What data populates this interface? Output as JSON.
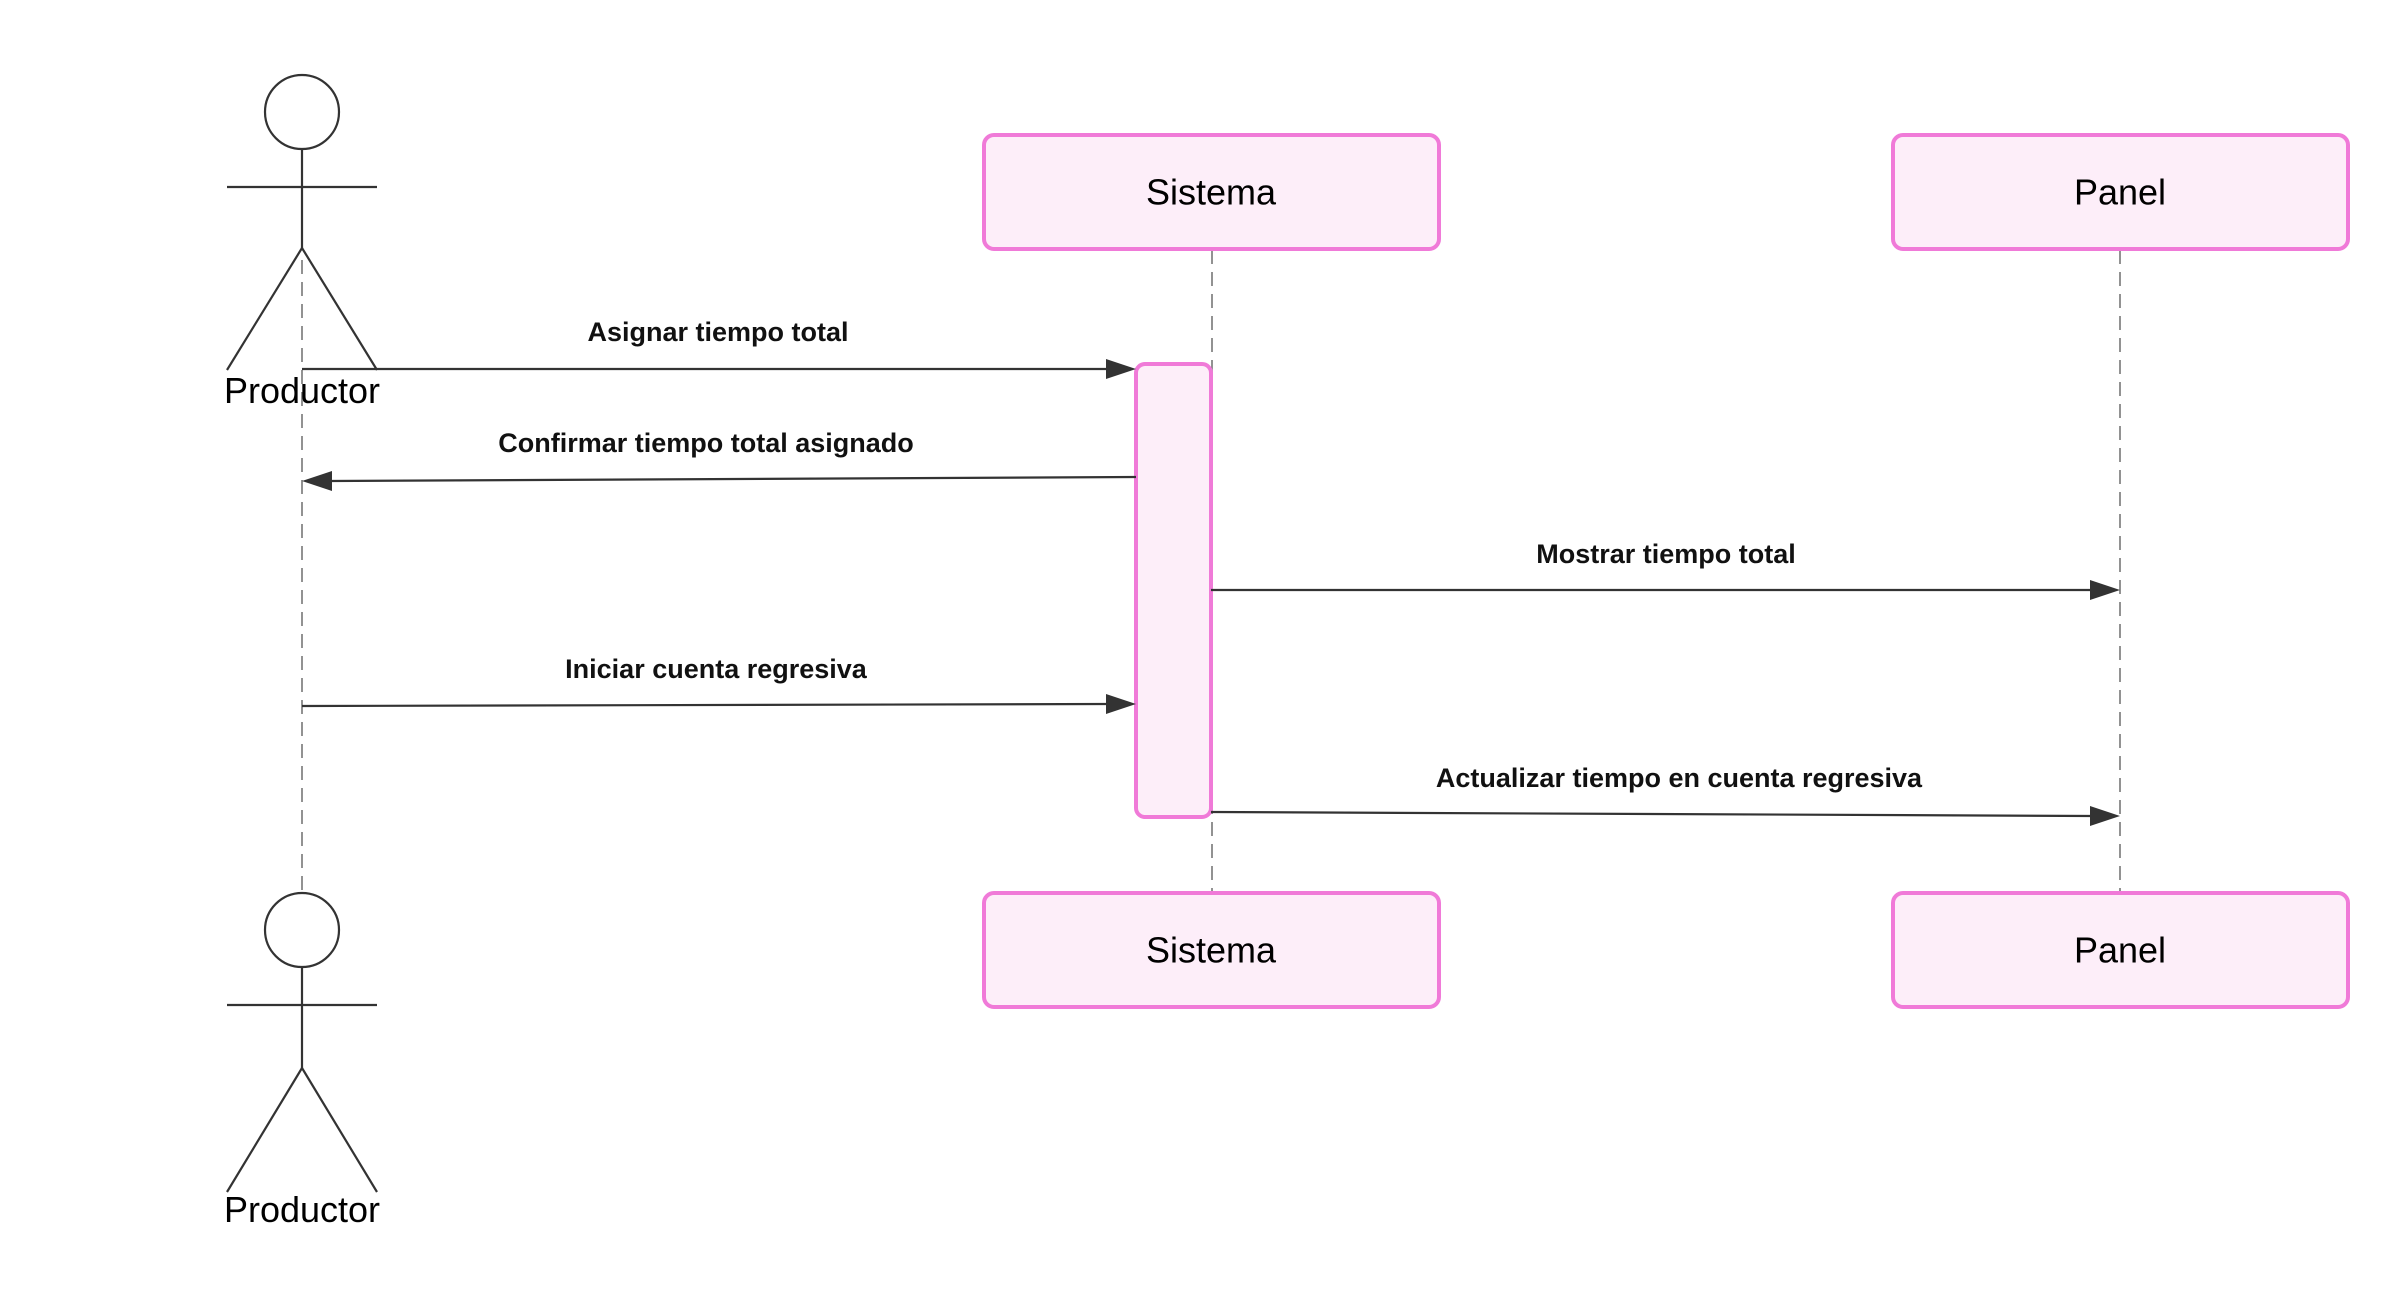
{
  "participants": {
    "productor": {
      "label": "Productor"
    },
    "sistema": {
      "label": "Sistema"
    },
    "panel": {
      "label": "Panel"
    }
  },
  "messages": [
    {
      "label": "Asignar tiempo total",
      "from": "productor",
      "to": "sistema"
    },
    {
      "label": "Confirmar tiempo total asignado",
      "from": "sistema",
      "to": "productor"
    },
    {
      "label": "Mostrar tiempo total",
      "from": "sistema",
      "to": "panel"
    },
    {
      "label": "Iniciar cuenta regresiva",
      "from": "productor",
      "to": "sistema"
    },
    {
      "label": "Actualizar tiempo en cuenta regresiva",
      "from": "sistema",
      "to": "panel"
    }
  ],
  "colors": {
    "participant_fill": "#fdeef9",
    "participant_border": "#f07ad8",
    "line": "#333333"
  }
}
